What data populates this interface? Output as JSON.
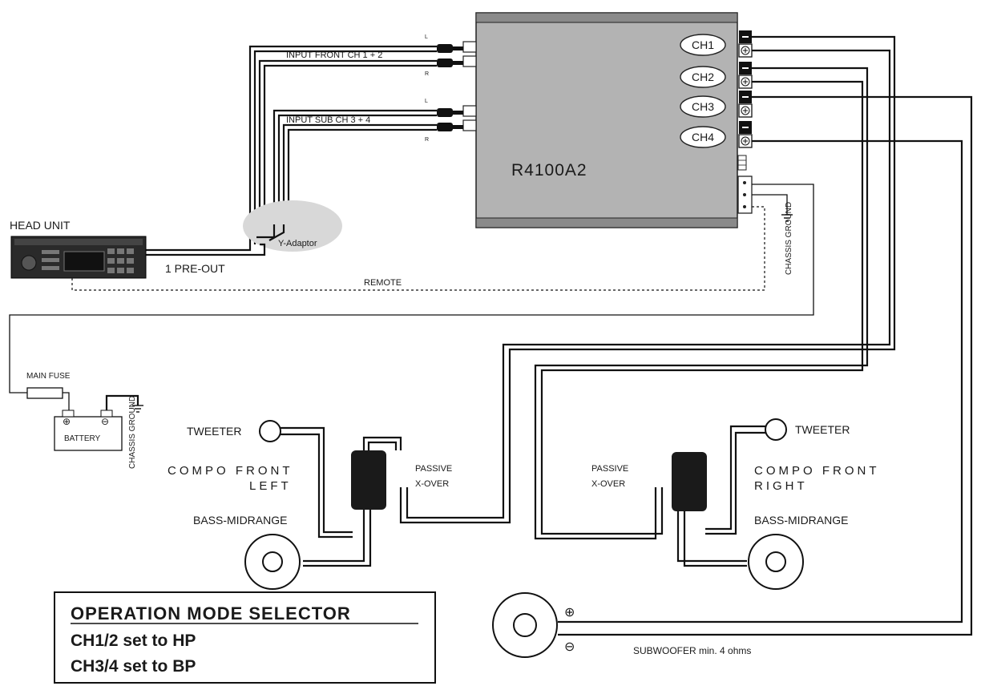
{
  "amplifier": {
    "model": "R4100A2",
    "channels": [
      "CH1",
      "CH2",
      "CH3",
      "CH4"
    ]
  },
  "inputs": {
    "front": "INPUT FRONT  CH 1 + 2",
    "sub": "INPUT SUB  CH 3 + 4",
    "left_marker": "L",
    "right_marker": "R"
  },
  "head_unit": {
    "title": "HEAD UNIT",
    "preout": "1 PRE-OUT"
  },
  "y_adaptor": "Y-Adaptor",
  "remote": "REMOTE",
  "chassis_ground": "CHASSIS GROUND",
  "main_fuse": "MAIN FUSE",
  "battery": "BATTERY",
  "left_speaker": {
    "tweeter": "TWEETER",
    "group_line1": "COMPO FRONT",
    "group_line2": "LEFT",
    "passive_line1": "PASSIVE",
    "passive_line2": "X-OVER",
    "woofer": "BASS-MIDRANGE"
  },
  "right_speaker": {
    "tweeter": "TWEETER",
    "group_line1": "COMPO FRONT",
    "group_line2": "RIGHT",
    "passive_line1": "PASSIVE",
    "passive_line2": "X-OVER",
    "woofer": "BASS-MIDRANGE"
  },
  "subwoofer": "SUBWOOFER min. 4 ohms",
  "mode_selector": {
    "title": "OPERATION MODE SELECTOR",
    "line1": "CH1/2 set to HP",
    "line2": "CH3/4 set to BP"
  }
}
